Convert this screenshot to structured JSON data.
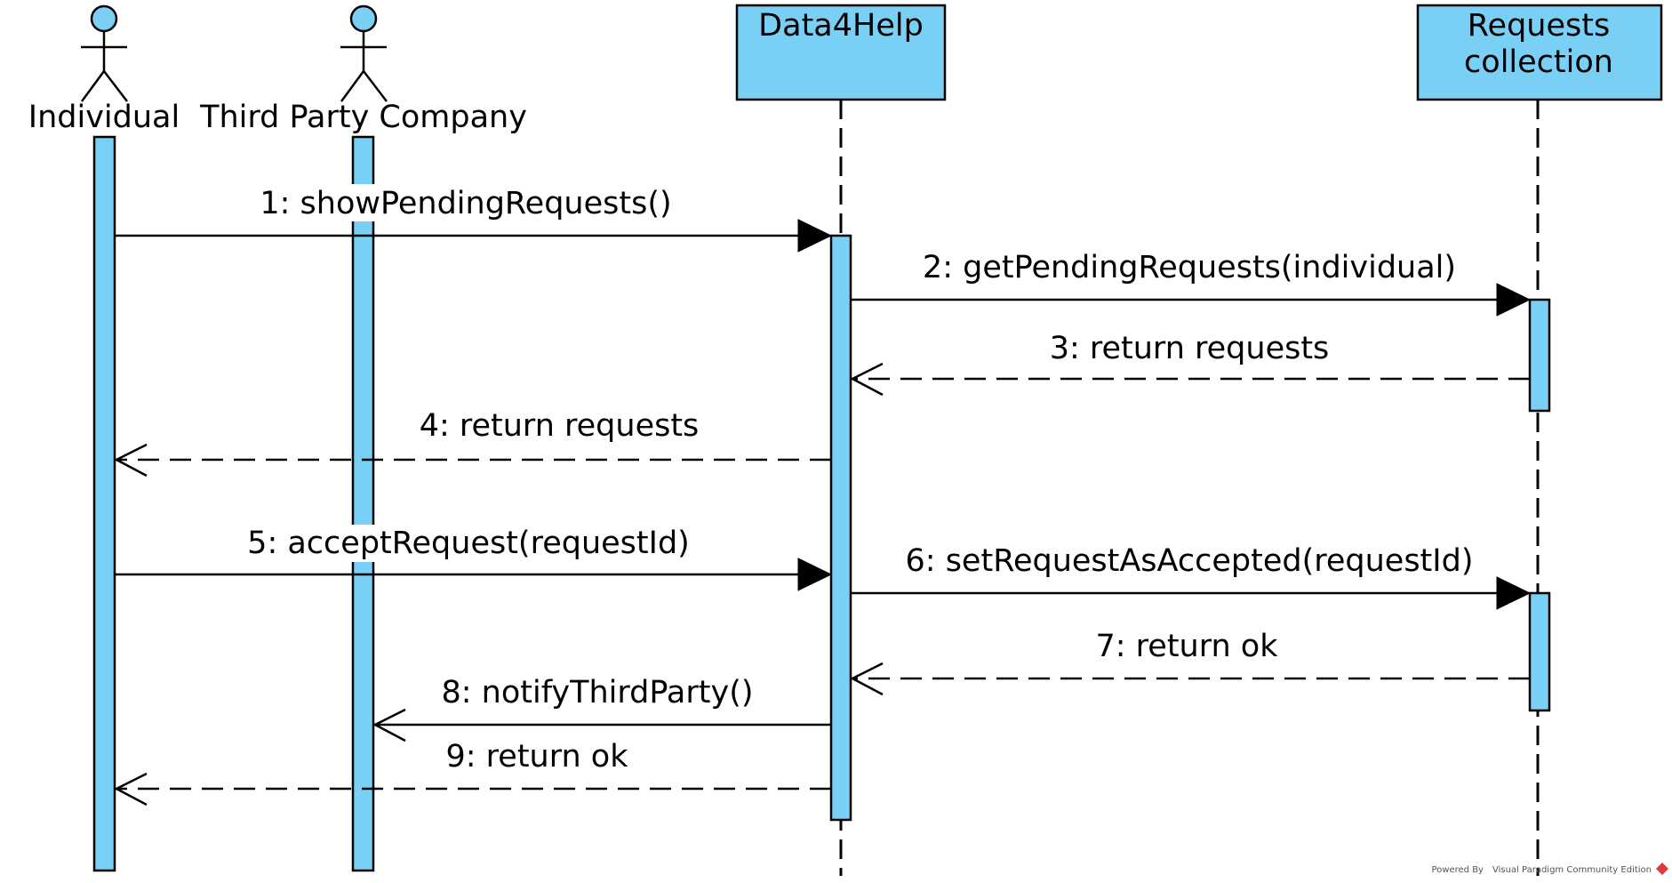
{
  "participants": [
    {
      "id": "individual",
      "kind": "actor",
      "label": "Individual"
    },
    {
      "id": "third_party",
      "kind": "actor",
      "label": "Third Party Company"
    },
    {
      "id": "data4help",
      "kind": "object",
      "label": "Data4Help"
    },
    {
      "id": "requests",
      "kind": "object",
      "label_lines": [
        "Requests",
        "collection"
      ]
    }
  ],
  "messages": [
    {
      "n": 1,
      "label": "1: showPendingRequests()",
      "type": "sync"
    },
    {
      "n": 2,
      "label": "2: getPendingRequests(individual)",
      "type": "sync"
    },
    {
      "n": 3,
      "label": "3: return requests",
      "type": "return"
    },
    {
      "n": 4,
      "label": "4: return requests",
      "type": "return"
    },
    {
      "n": 5,
      "label": "5: acceptRequest(requestId)",
      "type": "sync"
    },
    {
      "n": 6,
      "label": "6: setRequestAsAccepted(requestId)",
      "type": "sync"
    },
    {
      "n": 7,
      "label": "7: return ok",
      "type": "return"
    },
    {
      "n": 8,
      "label": "8: notifyThirdParty()",
      "type": "async"
    },
    {
      "n": 9,
      "label": "9: return ok",
      "type": "return"
    }
  ],
  "footer": "Powered By Visual Paradigm Community Edition",
  "colors": {
    "fill": "#7ACFF5",
    "stroke": "#000000",
    "footer_logo": "#E23838"
  }
}
